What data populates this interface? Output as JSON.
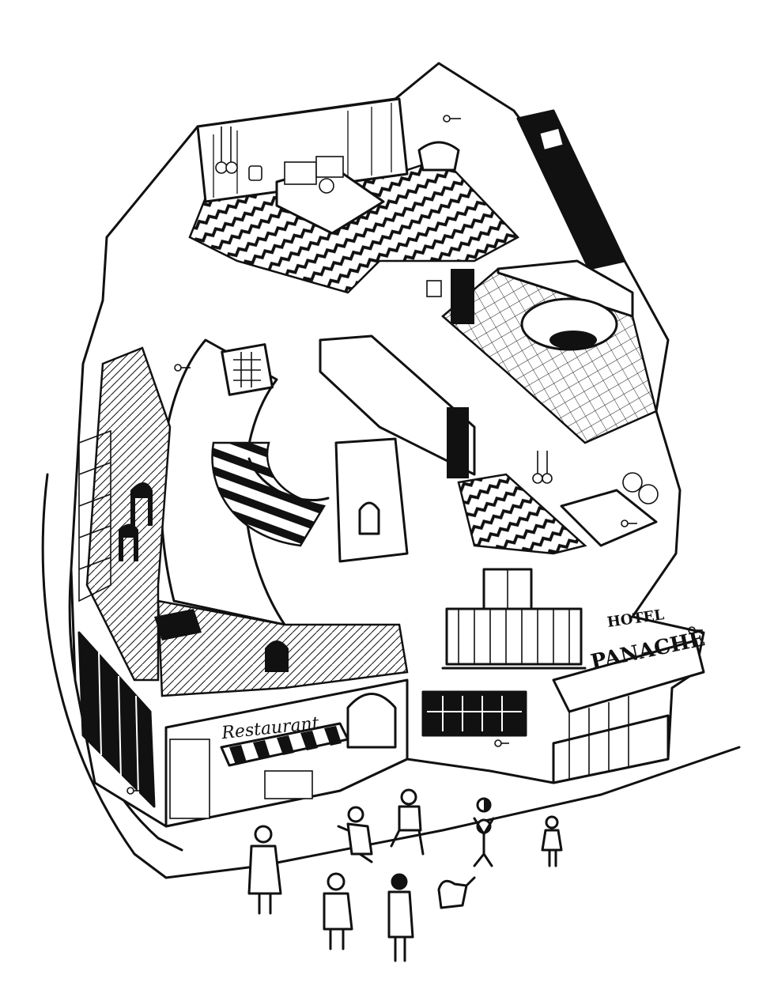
{
  "signs": {
    "restaurant": "Restaurant",
    "hotel_top": "HOTEL",
    "hotel_main": "PANACHE"
  },
  "colors": {
    "ink": "#111111",
    "paper": "#ffffff"
  },
  "icons": [
    "key-icon",
    "telephone-icon",
    "pendant-lamp-icon",
    "cat-icon",
    "ball-icon"
  ]
}
